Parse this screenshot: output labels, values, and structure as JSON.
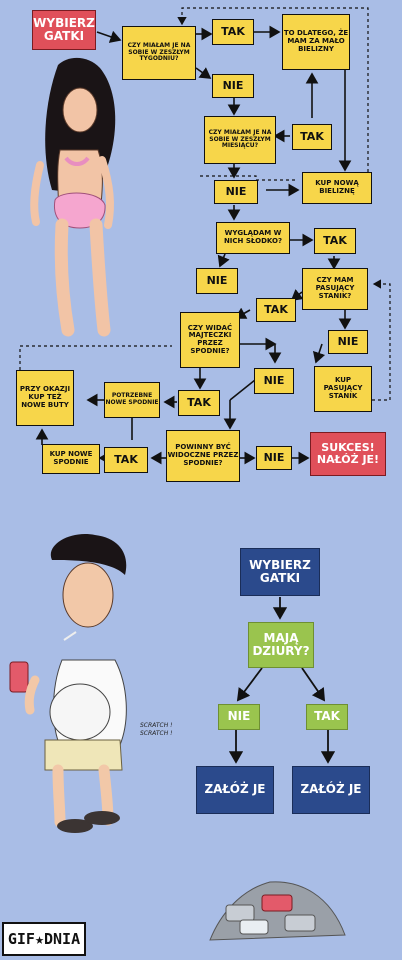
{
  "top_chart": {
    "wybierz": "WYBIERZ GATKI",
    "q_week": "CZY MIAŁAM JE NA SOBIE W ZESZŁYM TYGODNIU?",
    "tak_1": "TAK",
    "reason": "TO DLATEGO, ŻE MAM ZA MAŁO BIELIZNY",
    "nie_1": "NIE",
    "q_month": "CZY MIAŁAM JE NA SOBIE W ZESZŁYM MIESIĄCU?",
    "tak_2": "TAK",
    "nie_2": "NIE",
    "buy_new": "KUP NOWĄ BIELIZNĘ",
    "q_cute": "WYGLĄDAM W NICH SŁODKO?",
    "tak_3": "TAK",
    "nie_3": "NIE",
    "q_bra": "CZY MAM PASUJĄCY STANIK?",
    "tak_4": "TAK",
    "nie_4": "NIE",
    "q_visible": "CZY WIDAĆ MAJTECZKI PRZEZ SPODNIE?",
    "nie_5": "NIE",
    "buy_bra": "KUP PASUJĄCY STANIK",
    "buy_shoes": "PRZY OKAZJI KUP TEŻ NOWE BUTY",
    "need_new": "POTRZEBNE NOWE SPODNIE",
    "tak_5": "TAK",
    "buy_pants": "KUP NOWE SPODNIE",
    "tak_6": "TAK",
    "q_should": "POWINNY BYĆ WIDOCZNE PRZEZ SPODNIE?",
    "nie_6": "NIE",
    "success": "SUKCES! NAŁÓŻ JE!"
  },
  "bottom_chart": {
    "wybierz": "WYBIERZ GATKI",
    "q_holes": "MAJĄ DZIURY?",
    "nie": "NIE",
    "tak": "TAK",
    "wear_1": "ZAŁÓŻ JE",
    "wear_2": "ZAŁÓŻ JE"
  },
  "scratch_text": [
    "SCRATCH !",
    "SCRATCH !"
  ],
  "logo": "GIF★DNIA",
  "colors": {
    "background": "#a9bde6",
    "decision_box": "#f7d64a",
    "start_box": "#e0505a",
    "bottom_start": "#2b4a8c",
    "bottom_decision": "#9ac44e"
  }
}
